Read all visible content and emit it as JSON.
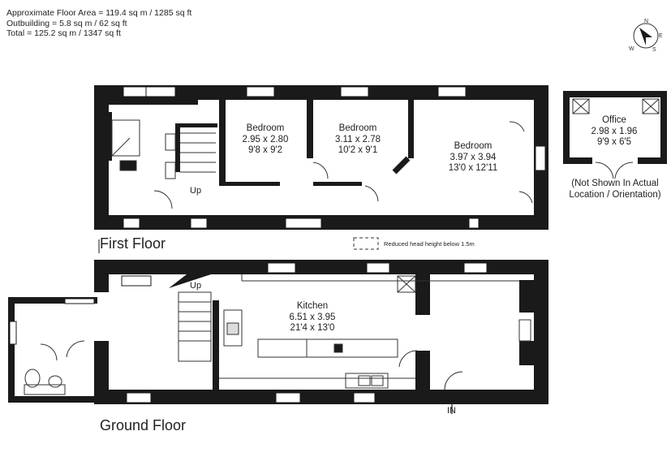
{
  "areas": {
    "line1": "Approximate Floor Area = 119.4 sq m / 1285 sq ft",
    "line2": "Outbuilding = 5.8 sq m / 62 sq ft",
    "line3": "Total = 125.2 sq m / 1347 sq ft"
  },
  "compass": {
    "n": "N",
    "e": "E",
    "s": "S",
    "w": "W"
  },
  "first_floor": {
    "title": "First Floor",
    "up_label": "Up",
    "rooms": [
      {
        "name": "Bedroom",
        "metric": "2.95 x 2.80",
        "imperial": "9'8 x 9'2"
      },
      {
        "name": "Bedroom",
        "metric": "3.11 x 2.78",
        "imperial": "10'2 x 9'1"
      },
      {
        "name": "Bedroom",
        "metric": "3.97 x 3.94",
        "imperial": "13'0 x 12'11"
      }
    ],
    "legend_text": "Reduced head height below 1.5m"
  },
  "office": {
    "name": "Office",
    "metric": "2.98 x 1.96",
    "imperial": "9'9 x 6'5",
    "note_line1": "(Not Shown In Actual",
    "note_line2": "Location / Orientation)"
  },
  "ground_floor": {
    "title": "Ground Floor",
    "up_label": "Up",
    "entrance_label": "IN",
    "kitchen": {
      "name": "Kitchen",
      "metric": "6.51 x 3.95",
      "imperial": "21'4 x 13'0"
    }
  }
}
